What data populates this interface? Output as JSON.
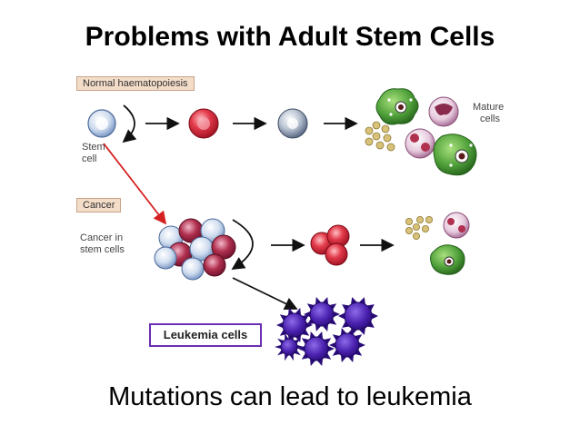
{
  "title": "Problems with Adult Stem Cells",
  "labels": {
    "normal": "Normal haematopoiesis",
    "stem_cell_line1": "Stem",
    "stem_cell_line2": "cell",
    "cancer": "Cancer",
    "cancer_stem_line1": "Cancer in",
    "cancer_stem_line2": "stem cells",
    "mature_line1": "Mature",
    "mature_line2": "cells",
    "leukemia": "Leukemia cells"
  },
  "caption": "Mutations can lead to leukemia",
  "colors": {
    "stem_blue": "#8fb0d8",
    "red_cell": "#d8283a",
    "granulocyte_green": "#4fa03a",
    "monocyte_pink": "#c98fb6",
    "platelet_tan": "#d8c27a",
    "leukemia_purple": "#4b22b0",
    "red_arrow": "#d42020",
    "label_bg": "#f3dcc8"
  }
}
